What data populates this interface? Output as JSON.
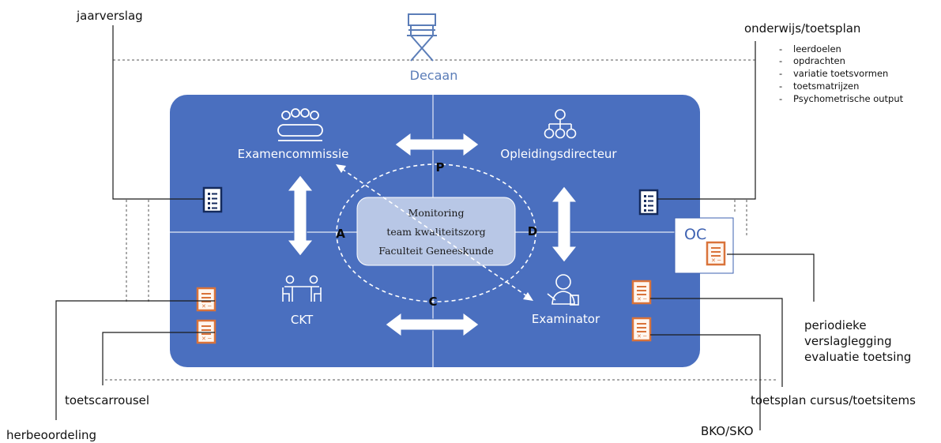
{
  "decaan": {
    "label": "Decaan",
    "icon": "director-chair-icon"
  },
  "roles": {
    "examencommissie": "Examencommissie",
    "opleidingsdirecteur": "Opleidingsdirecteur",
    "ckt": "CKT",
    "examinator": "Examinator"
  },
  "letters": {
    "p": "P",
    "a": "A",
    "d": "D",
    "c": "C"
  },
  "center": {
    "line1": "Monitoring",
    "line2": "team kwaliteitszorg",
    "line3": "Faculteit Geneeskunde"
  },
  "oc": {
    "label": "OC"
  },
  "labels": {
    "jaarverslag": "jaarverslag",
    "onderwijs": "onderwijs/toetsplan",
    "onderwijs_items": [
      "leerdoelen",
      "opdrachten",
      "variatie toetsvormen",
      "toetsmatrijzen",
      "Psychometrische output"
    ],
    "bullet": "-",
    "periodiek": [
      "periodieke",
      "verslaglegging",
      "evaluatie toetsing"
    ],
    "toetsplan_cursus": "toetsplan cursus/toetsitems",
    "bko": "BKO/SKO",
    "toetscarrousel": "toetscarrousel",
    "herbeoordeling": "herbeoordeling"
  },
  "colors": {
    "panel": "#4a6fbf",
    "center_box": "#b8c7e6",
    "document_orange": "#d9733a",
    "document_navy": "#142a5c",
    "decaan_text": "#5b7db8",
    "oc_text": "#3e62b2"
  }
}
